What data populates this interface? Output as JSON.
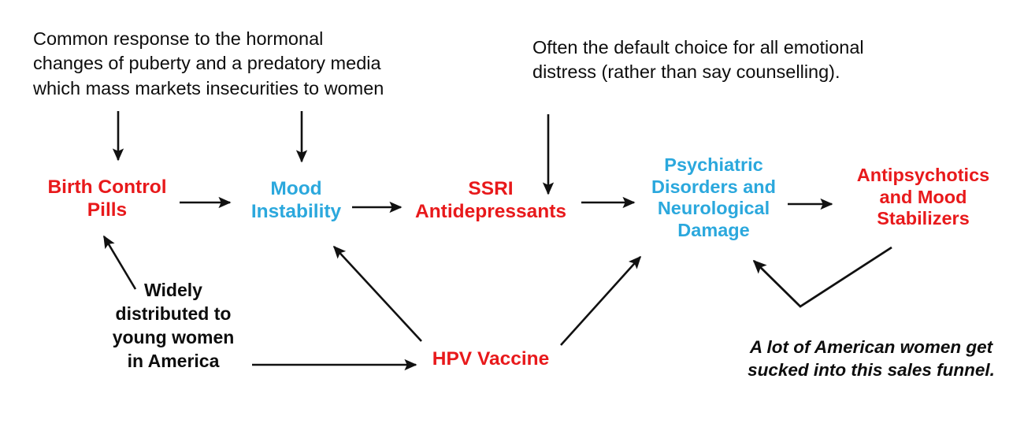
{
  "diagram": {
    "title_text": "",
    "colors": {
      "red": "#E8191B",
      "blue": "#2BA8DD",
      "black": "#0D0D0D",
      "background": "#FFFFFF"
    },
    "nodes": [
      {
        "id": "birth-control-pills",
        "label": "Birth Control\nPills",
        "color": "red"
      },
      {
        "id": "mood-instability",
        "label": "Mood\nInstability",
        "color": "blue"
      },
      {
        "id": "ssri-antidepressants",
        "label": "SSRI\nAntidepressants",
        "color": "red"
      },
      {
        "id": "psychiatric-disorders",
        "label": "Psychiatric\nDisorders and\nNeurological\nDamage",
        "color": "blue"
      },
      {
        "id": "antipsychotics",
        "label": "Antipsychotics\nand Mood\nStabilizers",
        "color": "red"
      },
      {
        "id": "hpv-vaccine",
        "label": "HPV Vaccine",
        "color": "red"
      }
    ],
    "notes": [
      {
        "id": "puberty-note",
        "text": "Common response to the hormonal\nchanges of puberty and a predatory media\nwhich mass markets insecurities to women",
        "style": "plain"
      },
      {
        "id": "default-choice-note",
        "text": "Often the default choice for all emotional\ndistress (rather than say counselling).",
        "style": "plain"
      },
      {
        "id": "widely-distributed-note",
        "text": "Widely\ndistributed to\nyoung women\nin America",
        "style": "bold"
      },
      {
        "id": "sales-funnel-note",
        "text": "A lot of American women get\nsucked into this sales funnel.",
        "style": "bold-italic"
      }
    ],
    "edges": [
      {
        "id": "puberty-to-birth-control-pills",
        "from": "puberty-note",
        "to": "birth-control-pills",
        "kind": "straight-down"
      },
      {
        "id": "puberty-to-mood-instability",
        "from": "puberty-note",
        "to": "mood-instability",
        "kind": "straight-down"
      },
      {
        "id": "default-choice-to-ssri",
        "from": "default-choice-note",
        "to": "ssri-antidepressants",
        "kind": "straight-down"
      },
      {
        "id": "birth-control-pills-to-mood-instability",
        "from": "birth-control-pills",
        "to": "mood-instability",
        "kind": "straight-right"
      },
      {
        "id": "mood-instability-to-ssri",
        "from": "mood-instability",
        "to": "ssri-antidepressants",
        "kind": "straight-right"
      },
      {
        "id": "ssri-to-psychiatric-disorders",
        "from": "ssri-antidepressants",
        "to": "psychiatric-disorders",
        "kind": "straight-right"
      },
      {
        "id": "psychiatric-disorders-to-antipsychotics",
        "from": "psychiatric-disorders",
        "to": "antipsychotics",
        "kind": "straight-right"
      },
      {
        "id": "widely-distributed-to-birth-control-pills",
        "from": "widely-distributed-note",
        "to": "birth-control-pills",
        "kind": "diagonal-up-left"
      },
      {
        "id": "widely-distributed-to-hpv-vaccine",
        "from": "widely-distributed-note",
        "to": "hpv-vaccine",
        "kind": "straight-right"
      },
      {
        "id": "hpv-vaccine-to-mood-instability",
        "from": "hpv-vaccine",
        "to": "mood-instability",
        "kind": "diagonal-up-left"
      },
      {
        "id": "hpv-vaccine-to-psychiatric-disorders",
        "from": "hpv-vaccine",
        "to": "psychiatric-disorders",
        "kind": "diagonal-up-right"
      },
      {
        "id": "antipsychotics-to-psychiatric-disorders",
        "from": "antipsychotics",
        "to": "psychiatric-disorders",
        "kind": "bent-v"
      }
    ]
  }
}
